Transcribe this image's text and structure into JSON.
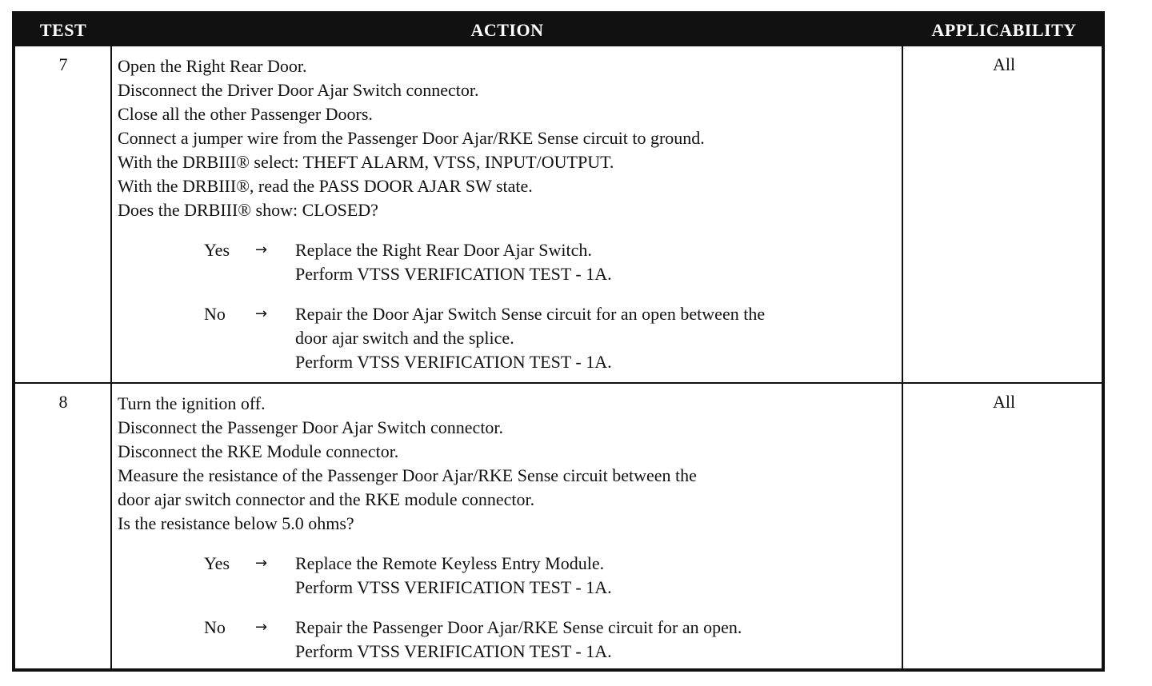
{
  "header": {
    "test": "TEST",
    "action": "ACTION",
    "applicability": "APPLICABILITY"
  },
  "rows": [
    {
      "test": "7",
      "applicability": "All",
      "steps": [
        "Open the Right Rear Door.",
        "Disconnect the Driver Door Ajar Switch connector.",
        "Close all the other Passenger Doors.",
        "Connect a jumper wire from the Passenger Door Ajar/RKE Sense circuit to ground.",
        "With the DRBIII® select: THEFT ALARM, VTSS, INPUT/OUTPUT.",
        "With the DRBIII®, read the PASS DOOR AJAR SW state.",
        "Does the DRBIII® show: CLOSED?"
      ],
      "answers": [
        {
          "label": "Yes",
          "arrow": "→",
          "lines": [
            "Replace the Right Rear Door Ajar Switch.",
            "Perform VTSS VERIFICATION TEST - 1A."
          ]
        },
        {
          "label": "No",
          "arrow": "→",
          "lines": [
            "Repair the Door Ajar Switch Sense circuit for an open between the",
            "door ajar switch and the splice.",
            "Perform VTSS VERIFICATION TEST - 1A."
          ]
        }
      ]
    },
    {
      "test": "8",
      "applicability": "All",
      "steps": [
        "Turn the ignition off.",
        "Disconnect the Passenger Door Ajar Switch connector.",
        "Disconnect the RKE Module connector.",
        "Measure the resistance of the Passenger Door Ajar/RKE Sense circuit between the",
        "door ajar switch connector and the RKE module connector.",
        "Is the resistance below 5.0 ohms?"
      ],
      "answers": [
        {
          "label": "Yes",
          "arrow": "→",
          "lines": [
            "Replace the Remote Keyless Entry Module.",
            "Perform VTSS VERIFICATION TEST - 1A."
          ]
        },
        {
          "label": "No",
          "arrow": "→",
          "lines": [
            "Repair the Passenger Door Ajar/RKE Sense circuit for an open.",
            "Perform VTSS VERIFICATION TEST - 1A."
          ]
        }
      ]
    }
  ]
}
